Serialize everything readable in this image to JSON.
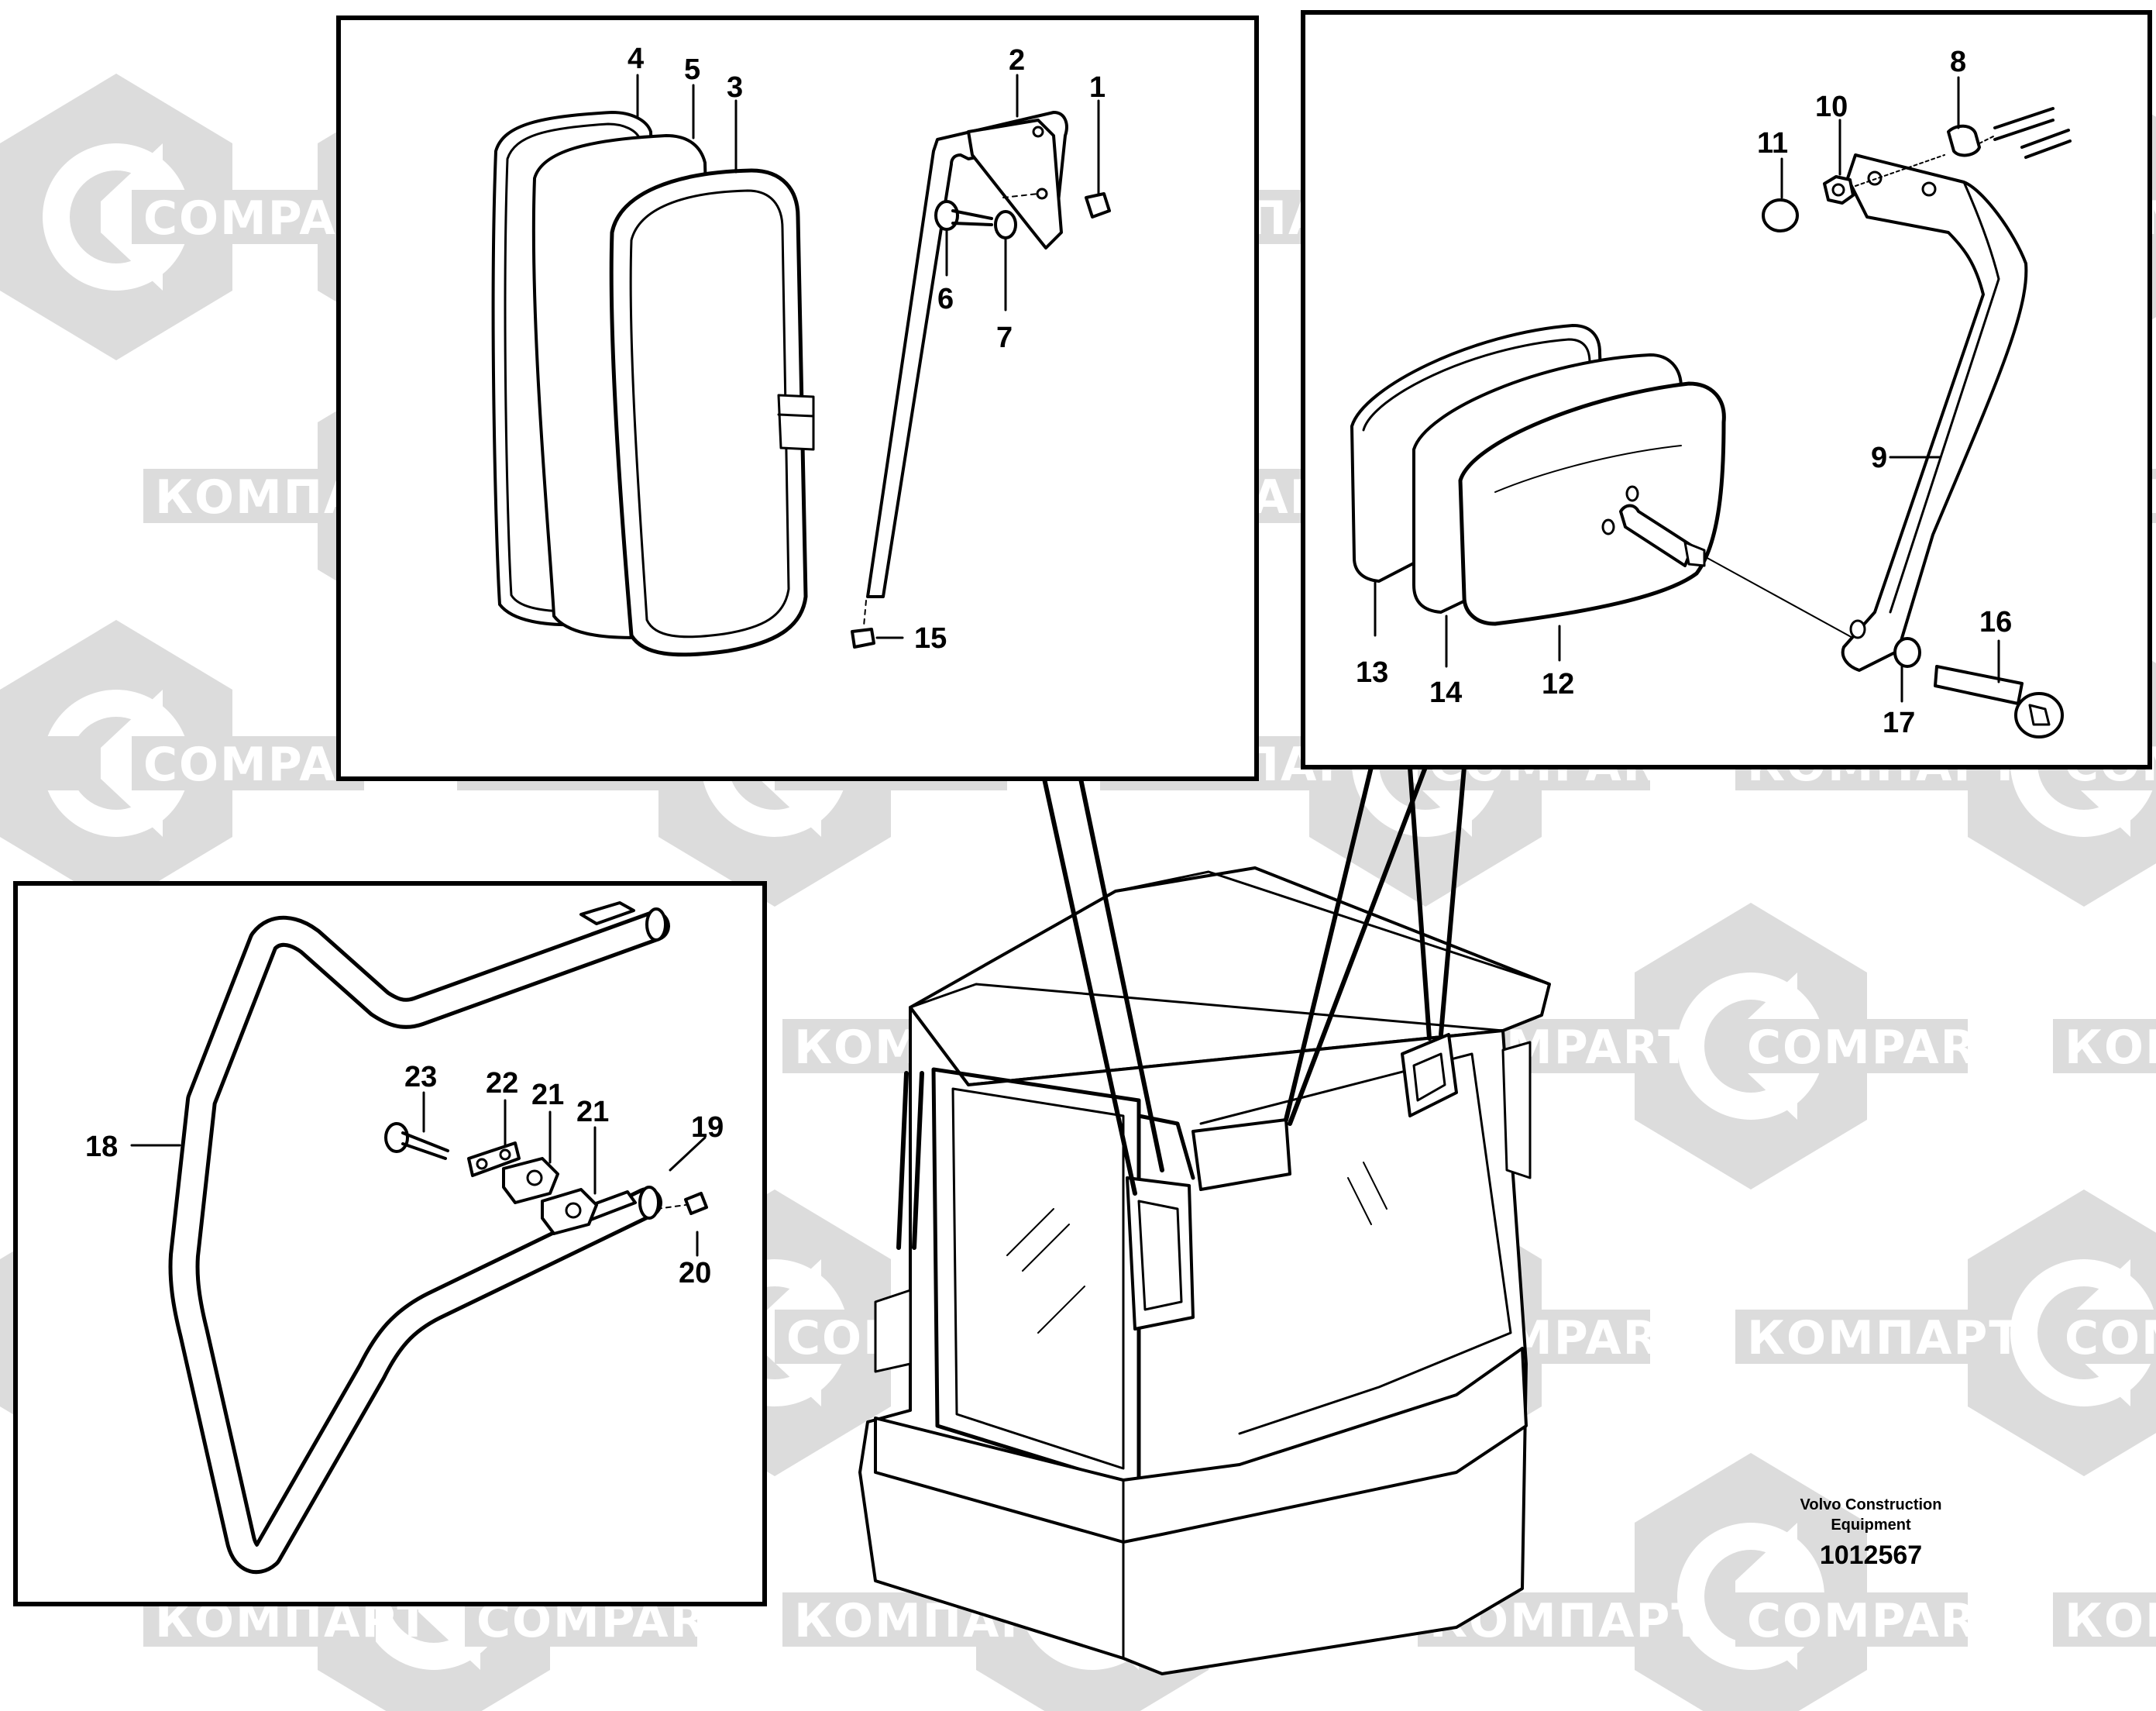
{
  "watermark": {
    "text_latin": "COMPART",
    "text_cyrillic": "КОМПАРТ",
    "color": "#dcdcdc"
  },
  "labels": {
    "n1": "1",
    "n2": "2",
    "n3": "3",
    "n4": "4",
    "n5": "5",
    "n6": "6",
    "n7": "7",
    "n8": "8",
    "n9": "9",
    "n10": "10",
    "n11": "11",
    "n12": "12",
    "n13": "13",
    "n14": "14",
    "n15": "15",
    "n16": "16",
    "n17": "17",
    "n18": "18",
    "n19": "19",
    "n20": "20",
    "n21a": "21",
    "n21b": "21",
    "n22": "22",
    "n23": "23"
  },
  "caption": {
    "line1": "Volvo Construction",
    "line2": "Equipment",
    "code": "1012567"
  }
}
